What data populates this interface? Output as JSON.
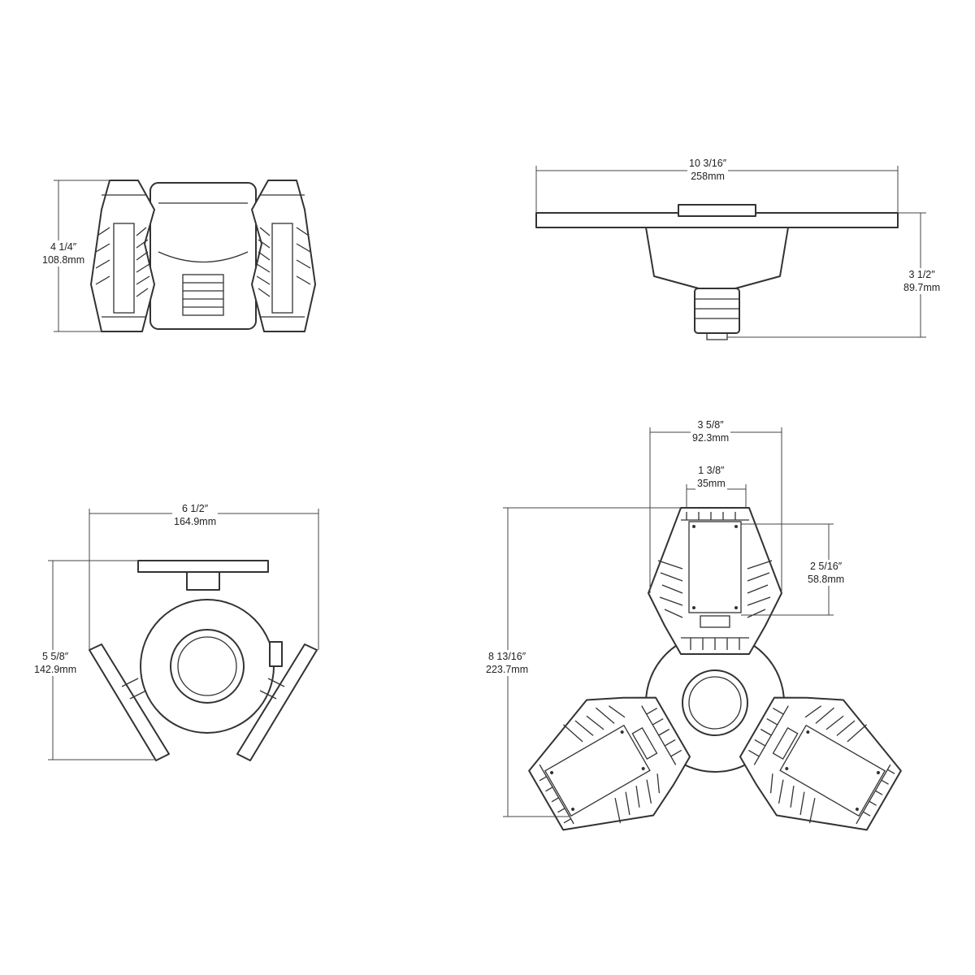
{
  "views": {
    "front": {
      "height_in": "4 1/4″",
      "height_mm": "108.8mm"
    },
    "side": {
      "width_in": "10 3/16″",
      "width_mm": "258mm",
      "height_in": "3 1/2″",
      "height_mm": "89.7mm"
    },
    "folded_top": {
      "width_in": "6 1/2″",
      "width_mm": "164.9mm",
      "height_in": "5 5/8″",
      "height_mm": "142.9mm"
    },
    "open_top": {
      "wing_width_in": "3 5/8″",
      "wing_width_mm": "92.3mm",
      "wing_tip_in": "1 3/8″",
      "wing_tip_mm": "35mm",
      "panel_height_in": "2 5/16″",
      "panel_height_mm": "58.8mm",
      "overall_height_in": "8 13/16″",
      "overall_height_mm": "223.7mm"
    }
  },
  "line_color": "#333333"
}
